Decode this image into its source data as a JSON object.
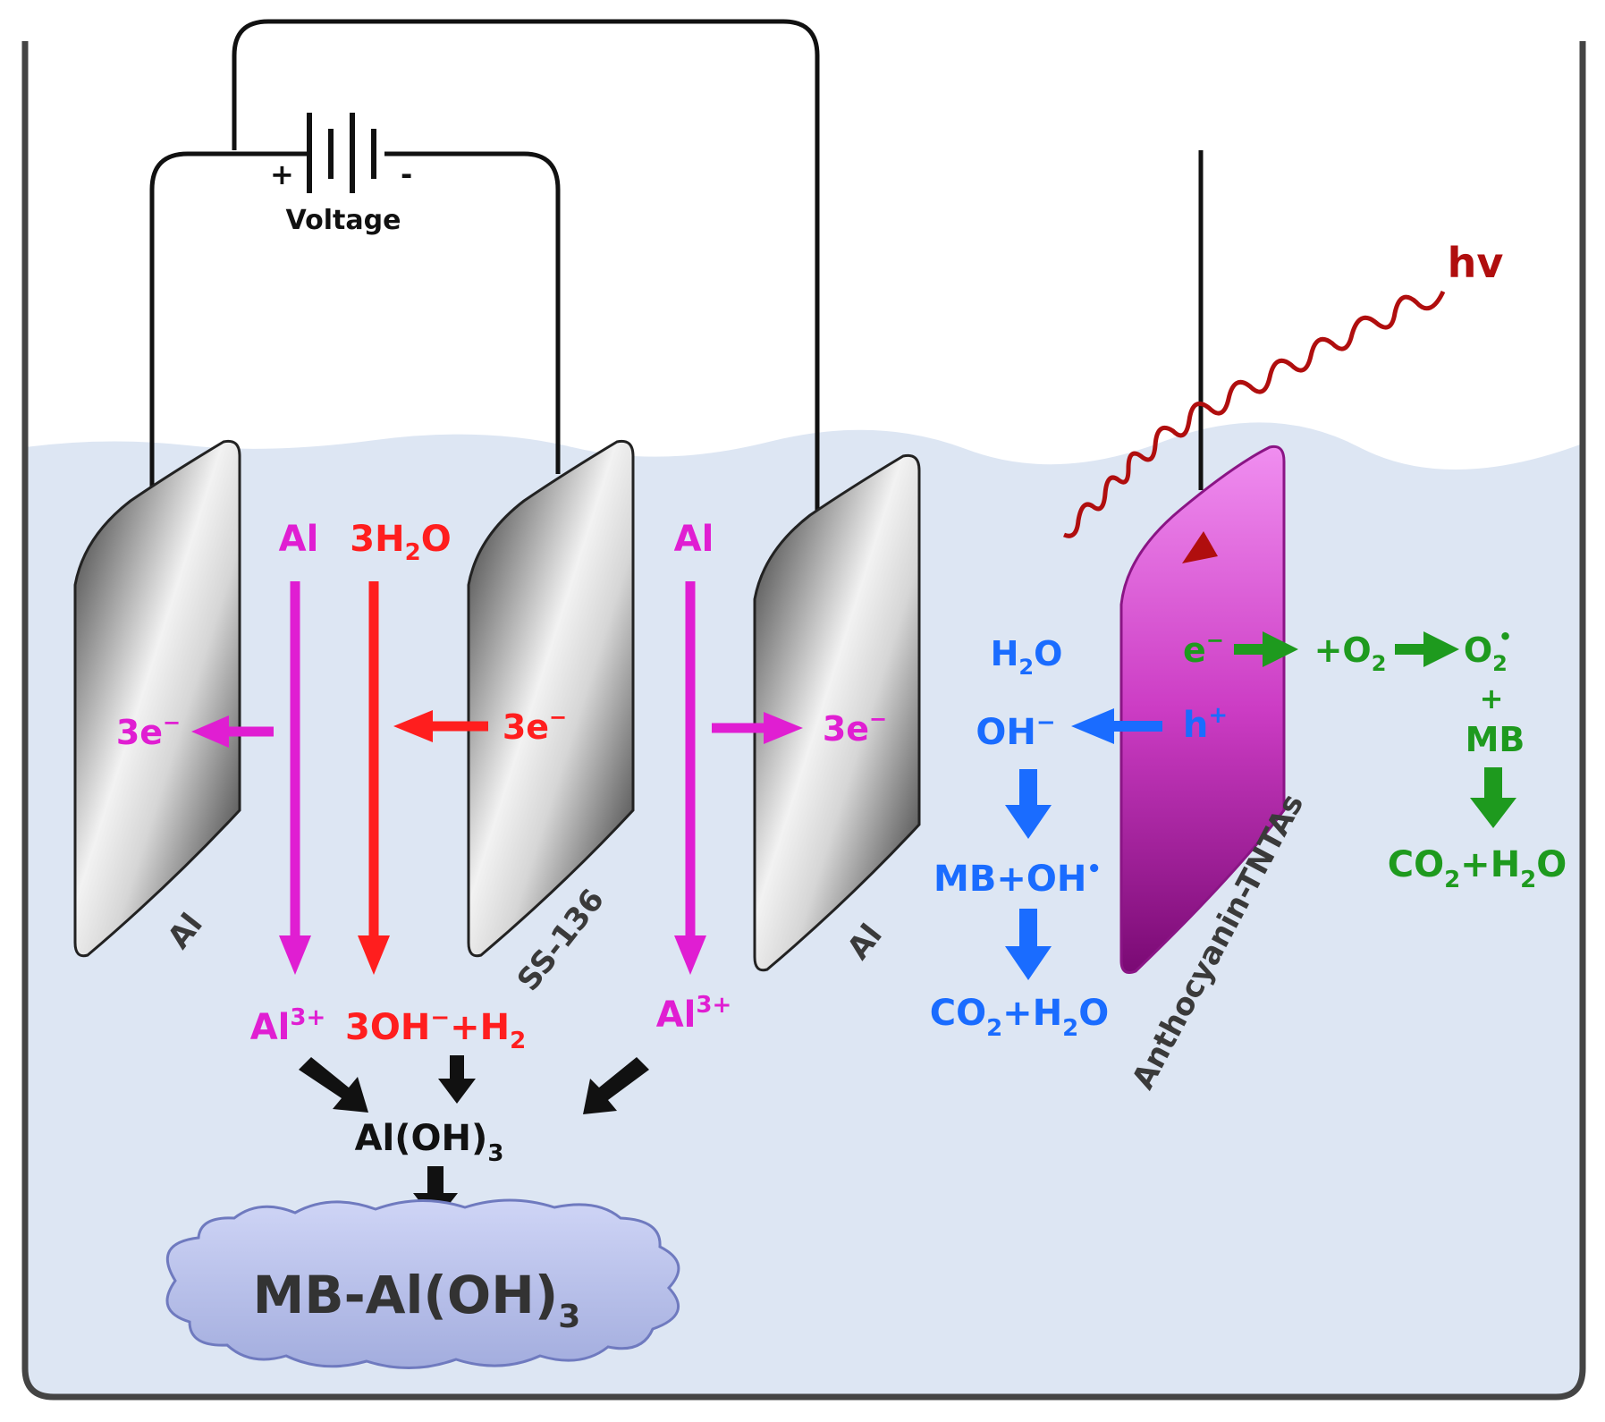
{
  "colors": {
    "magenta": "#e01ed2",
    "red": "#ff1e1e",
    "blue": "#1a6cff",
    "green": "#1e9a1e",
    "dark_red": "#b00e0e",
    "black": "#111111",
    "water": "#dde6f3",
    "electrode_plate": "#bdbdbd",
    "photoelectrode": "#e060d8",
    "sludge_cloud": "#b9c2ee"
  },
  "power": {
    "plus": "+",
    "minus": "-",
    "label": "Voltage"
  },
  "electrodes": {
    "left_label": "Al",
    "middle_label": "SS-136",
    "right_label": "Al",
    "photo_label": "Anthocyanin-TNTAs"
  },
  "light": {
    "label": "hv"
  },
  "electrocoagulation": {
    "al_top_left": "Al",
    "water_top": "3H",
    "water_top_sub": "2",
    "water_top_end": "O",
    "al_top_right": "Al",
    "e_left_main": "3e",
    "e_left_sup": "−",
    "e_mid_main": "3e",
    "e_mid_sup": "−",
    "e_right_main": "3e",
    "e_right_sup": "−",
    "al3_left_main": "Al",
    "al3_left_sup": "3+",
    "hydroxide_main": "3OH",
    "hydroxide_sup": "−",
    "hydrogen_main": "+H",
    "hydrogen_sub": "2",
    "al3_right_main": "Al",
    "al3_right_sup": "3+",
    "product_main": "Al(OH)",
    "product_sub": "3",
    "floc_main": "MB-Al(OH)",
    "floc_sub": "3"
  },
  "photocatalysis": {
    "water_main": "H",
    "water_sub": "2",
    "water_end": "O",
    "oh_main": "OH",
    "oh_sup": "−",
    "hole_main": "h",
    "hole_sup": "+",
    "radical_main": "MB+OH",
    "radical_sup": "•",
    "blue_product_a": "CO",
    "blue_product_sub_a": "2",
    "blue_product_b": "+H",
    "blue_product_sub_b": "2",
    "blue_product_c": "O",
    "electron_main": "e",
    "electron_sup": "−",
    "oxygen_main": "+O",
    "oxygen_sub": "2",
    "superoxide_main": "O",
    "superoxide_sub": "2",
    "superoxide_sup": "•",
    "plus": "+",
    "mb": "MB",
    "green_product_a": "CO",
    "green_product_sub_a": "2",
    "green_product_b": "+H",
    "green_product_sub_b": "2",
    "green_product_c": "O"
  }
}
